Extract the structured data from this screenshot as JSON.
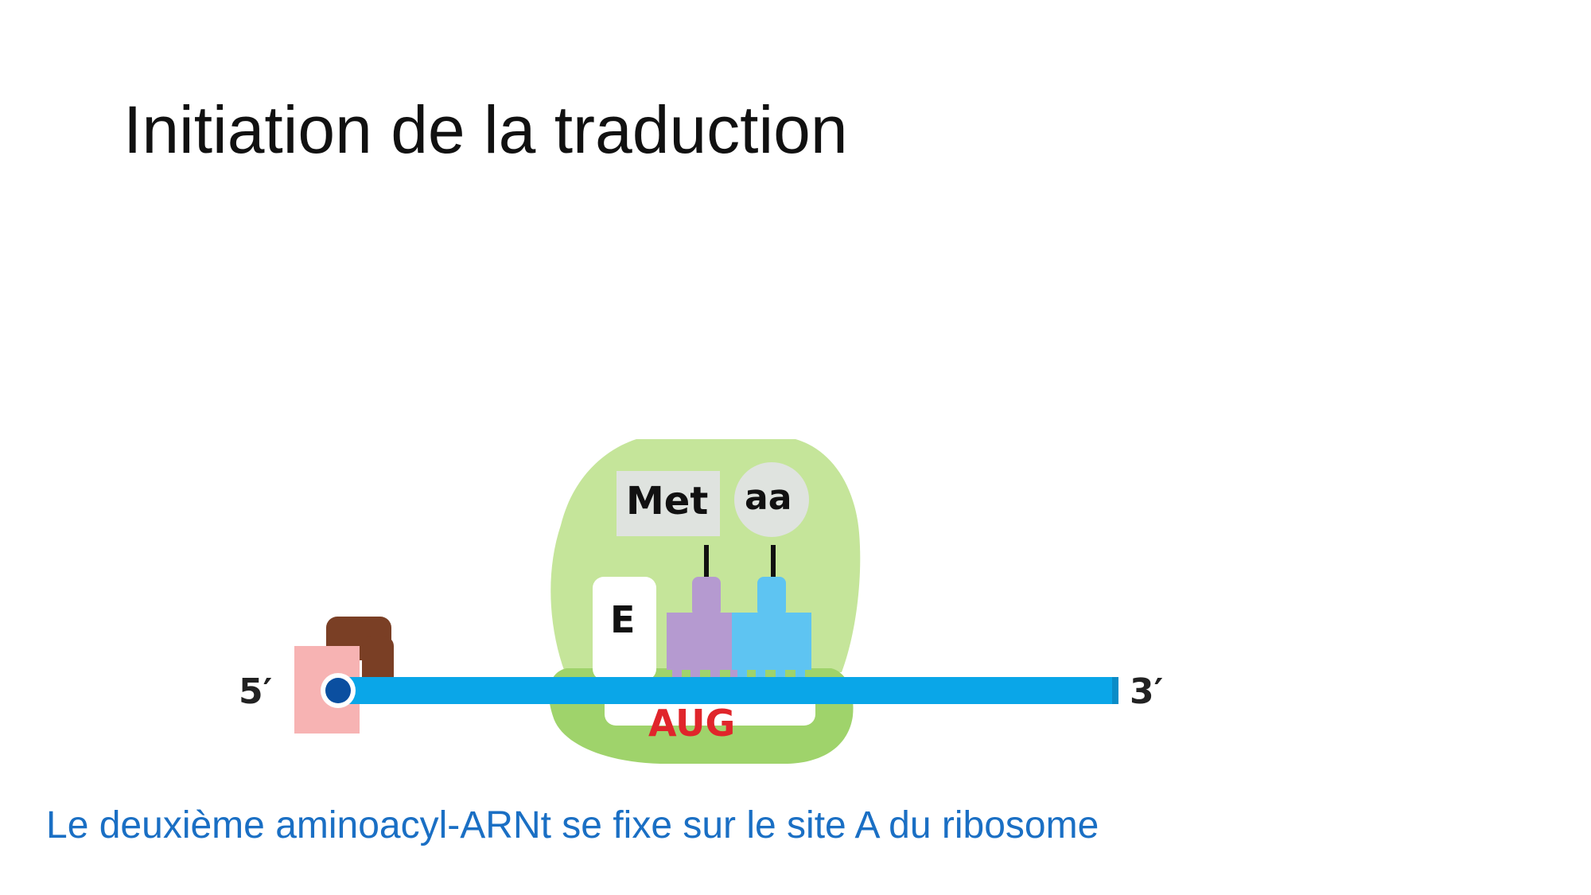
{
  "slide": {
    "title": "Initiation de la traduction",
    "caption": "Le deuxième aminoacyl-ARNt se fixe sur le site A du ribosome"
  },
  "diagram": {
    "five_prime_label": "5′",
    "three_prime_label": "3′",
    "codon_label": "AUG",
    "site_e_label": "E",
    "met_label": "Met",
    "aa_label": "aa"
  },
  "colors": {
    "ribosome": "#c5e59a",
    "ribosome_small_subunit": "#9fd36b",
    "mrna": "#0aa6e8",
    "cap": "#0b4fa0",
    "cap_complex_pink": "#f7b3b3",
    "cap_complex_brown": "#7a3f25",
    "trna_met": "#b59ad0",
    "trna_aa": "#5ec4f2",
    "amino_acid_box": "#dfe3df",
    "codon_text": "#e0252b",
    "caption_text": "#1a6fc4"
  }
}
